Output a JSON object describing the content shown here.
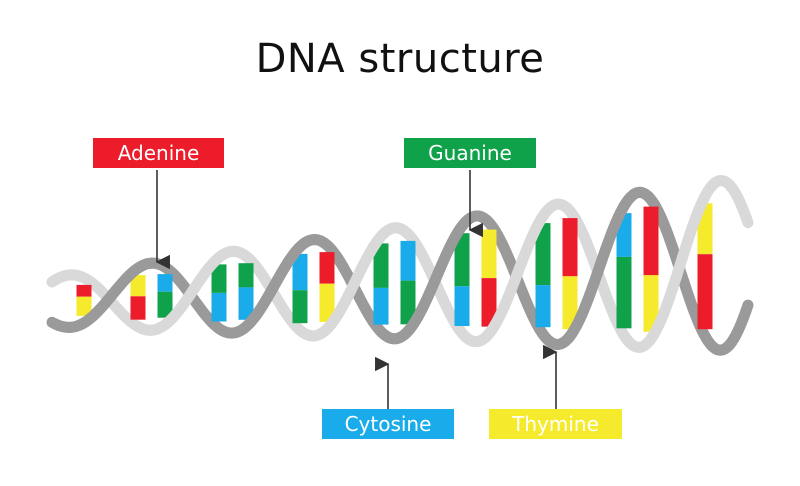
{
  "title": "DNA structure",
  "labels": {
    "adenine": "Adenine",
    "guanine": "Guanine",
    "cytosine": "Cytosine",
    "thymine": "Thymine"
  },
  "colors": {
    "adenine": "#ec1c2b",
    "guanine": "#10a14b",
    "cytosine": "#1aabea",
    "thymine": "#f6ea2d",
    "strand_dark": "#9a9a9a",
    "strand_light": "#d9d9d9"
  }
}
